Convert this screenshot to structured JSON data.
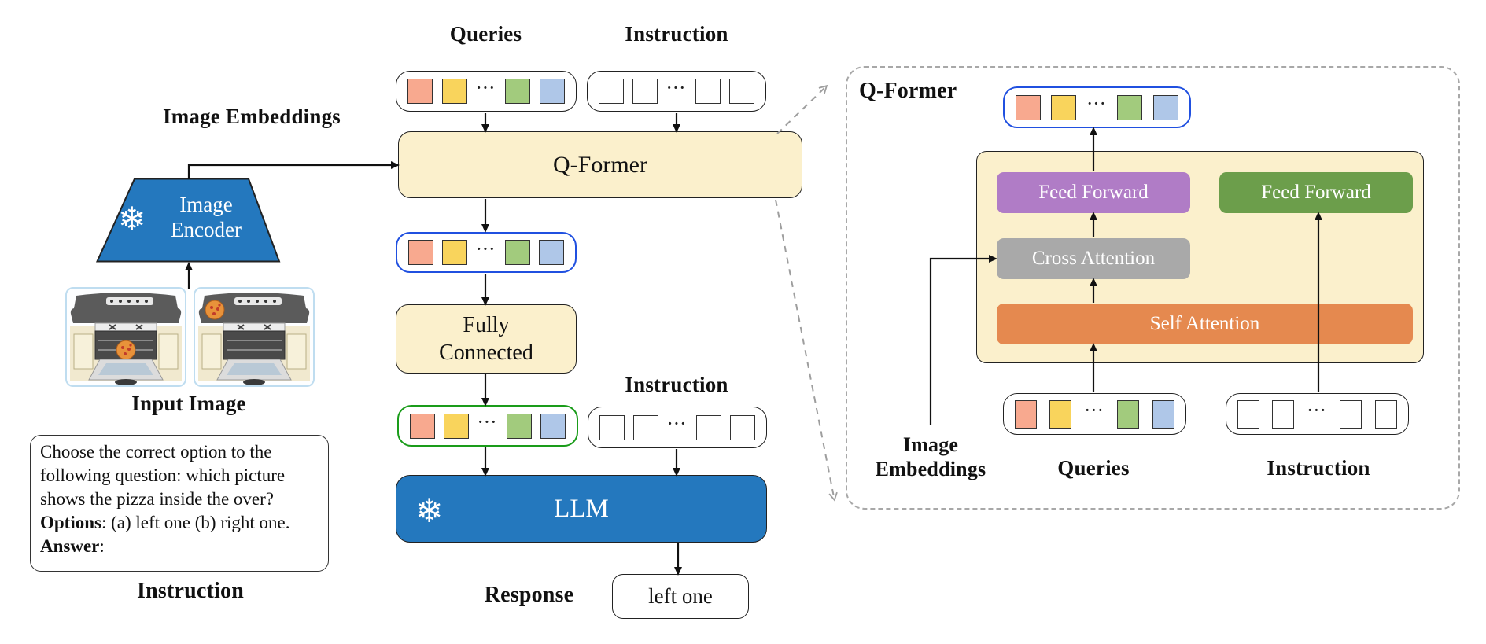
{
  "colors": {
    "cream": "#FBF0CC",
    "module_blue": "#2478BE",
    "purple": "#B07CC6",
    "green_ff": "#6C9E4B",
    "gray_attn": "#A9A9A9",
    "orange_attn": "#E5894F"
  },
  "tokens": {
    "dots": "···",
    "query_colors": [
      "#F8A98F",
      "#F9D45C",
      "#A2CB7D",
      "#AFC7E8"
    ],
    "instruction_fill": "#FFFFFF",
    "outline_blue": "#2050E0",
    "outline_green": "#1A9C1A"
  },
  "icons": {
    "snowflake": "❄"
  },
  "left_column": {
    "image_embeddings_label": "Image Embeddings",
    "encoder_line1": "Image",
    "encoder_line2": "Encoder",
    "input_image_label": "Input Image",
    "instruction_caption": "Instruction",
    "prompt": {
      "question": "Choose the correct option to the following question: which picture shows the pizza inside the over? ",
      "options_label": "Options",
      "options_rest": ": (a) left one (b) right one.",
      "answer_label": "Answer",
      "answer_rest": ":"
    }
  },
  "pipeline": {
    "queries_label": "Queries",
    "instruction_label_top": "Instruction",
    "qformer_label": "Q-Former",
    "fully_connected_line1": "Fully",
    "fully_connected_line2": "Connected",
    "instruction_label_mid": "Instruction",
    "llm_label": "LLM",
    "response_label": "Response",
    "response_text": "left one"
  },
  "qformer_panel": {
    "title": "Q-Former",
    "feed_forward_left": "Feed Forward",
    "feed_forward_right": "Feed Forward",
    "cross_attention": "Cross Attention",
    "self_attention": "Self Attention",
    "image_embeddings_line1": "Image",
    "image_embeddings_line2": "Embeddings",
    "queries_label": "Queries",
    "instruction_label": "Instruction"
  }
}
